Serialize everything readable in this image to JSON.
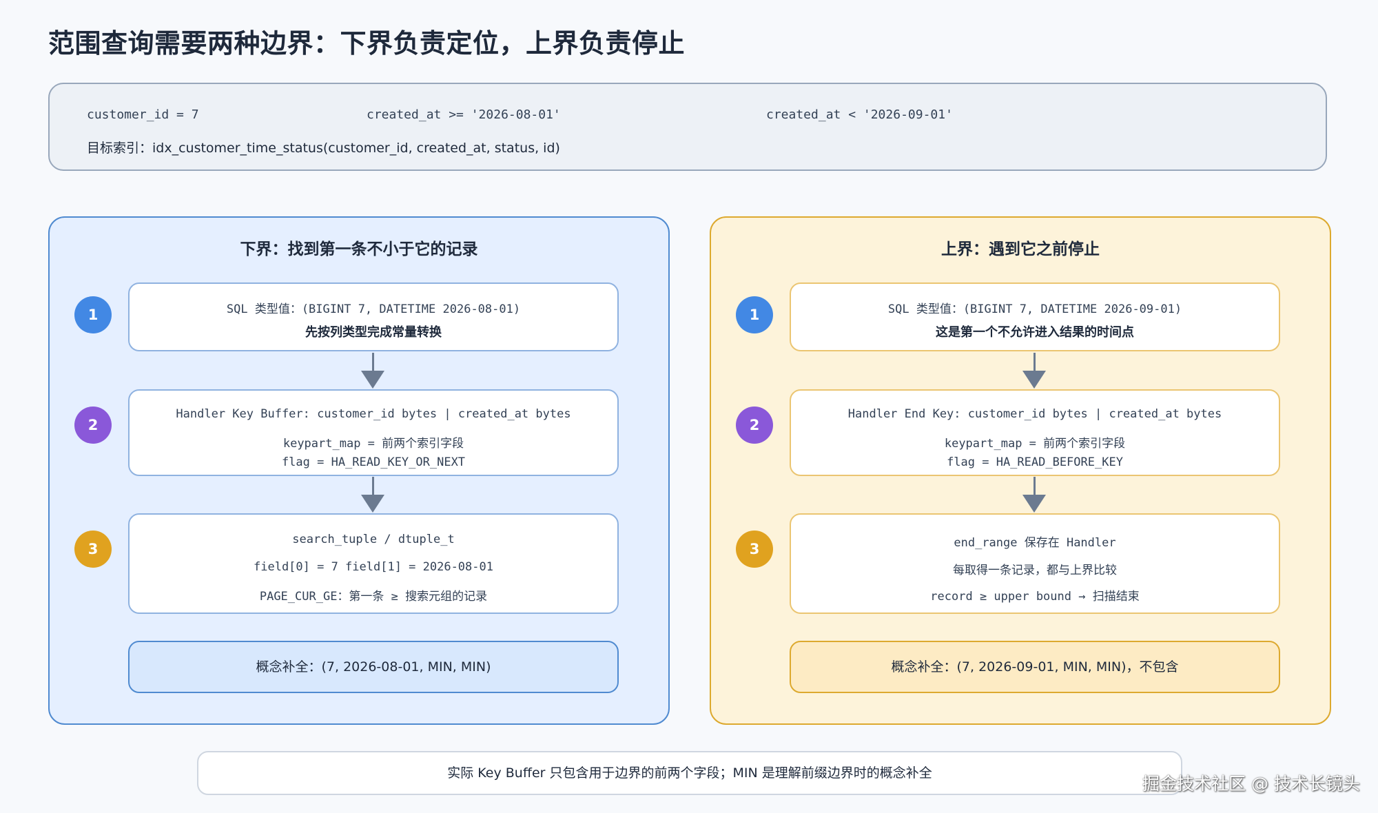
{
  "title": "范围查询需要两种边界：下界负责定位，上界负责停止",
  "query": {
    "cond1": "customer_id = 7",
    "cond2": "created_at >= '2026-08-01'",
    "cond3": "created_at < '2026-09-01'",
    "index": "目标索引：idx_customer_time_status(customer_id, created_at, status, id)"
  },
  "lower": {
    "title": "下界：找到第一条不小于它的记录",
    "steps": [
      {
        "num": "1",
        "lines": [
          "SQL 类型值：(BIGINT 7, DATETIME 2026-08-01)",
          "先按列类型完成常量转换"
        ]
      },
      {
        "num": "2",
        "lines": [
          "Handler Key Buffer: customer_id bytes | created_at bytes",
          "keypart_map = 前两个索引字段",
          "flag = HA_READ_KEY_OR_NEXT"
        ]
      },
      {
        "num": "3",
        "lines": [
          "search_tuple / dtuple_t",
          "field[0] = 7 field[1] = 2026-08-01",
          "PAGE_CUR_GE：第一条 ≥ 搜索元组的记录"
        ]
      }
    ],
    "concept": "概念补全：(7, 2026-08-01, MIN, MIN)"
  },
  "upper": {
    "title": "上界：遇到它之前停止",
    "steps": [
      {
        "num": "1",
        "lines": [
          "SQL 类型值：(BIGINT 7, DATETIME 2026-09-01)",
          "这是第一个不允许进入结果的时间点"
        ]
      },
      {
        "num": "2",
        "lines": [
          "Handler End Key: customer_id bytes | created_at bytes",
          "keypart_map = 前两个索引字段",
          "flag = HA_READ_BEFORE_KEY"
        ]
      },
      {
        "num": "3",
        "lines": [
          "end_range 保存在 Handler",
          "每取得一条记录，都与上界比较",
          "record ≥ upper bound → 扫描结束"
        ]
      }
    ],
    "concept": "概念补全：(7, 2026-09-01, MIN, MIN)，不包含"
  },
  "footer": "实际 Key Buffer 只包含用于边界的前两个字段；MIN 是理解前缀边界时的概念补全",
  "watermark": "掘金技术社区 @ 技术长镜头",
  "colors": {
    "lower_panel": "#e5efff",
    "upper_panel": "#fdf3da",
    "step1": "#4288e4",
    "step2": "#8a58d9",
    "step3": "#e0a21f"
  }
}
